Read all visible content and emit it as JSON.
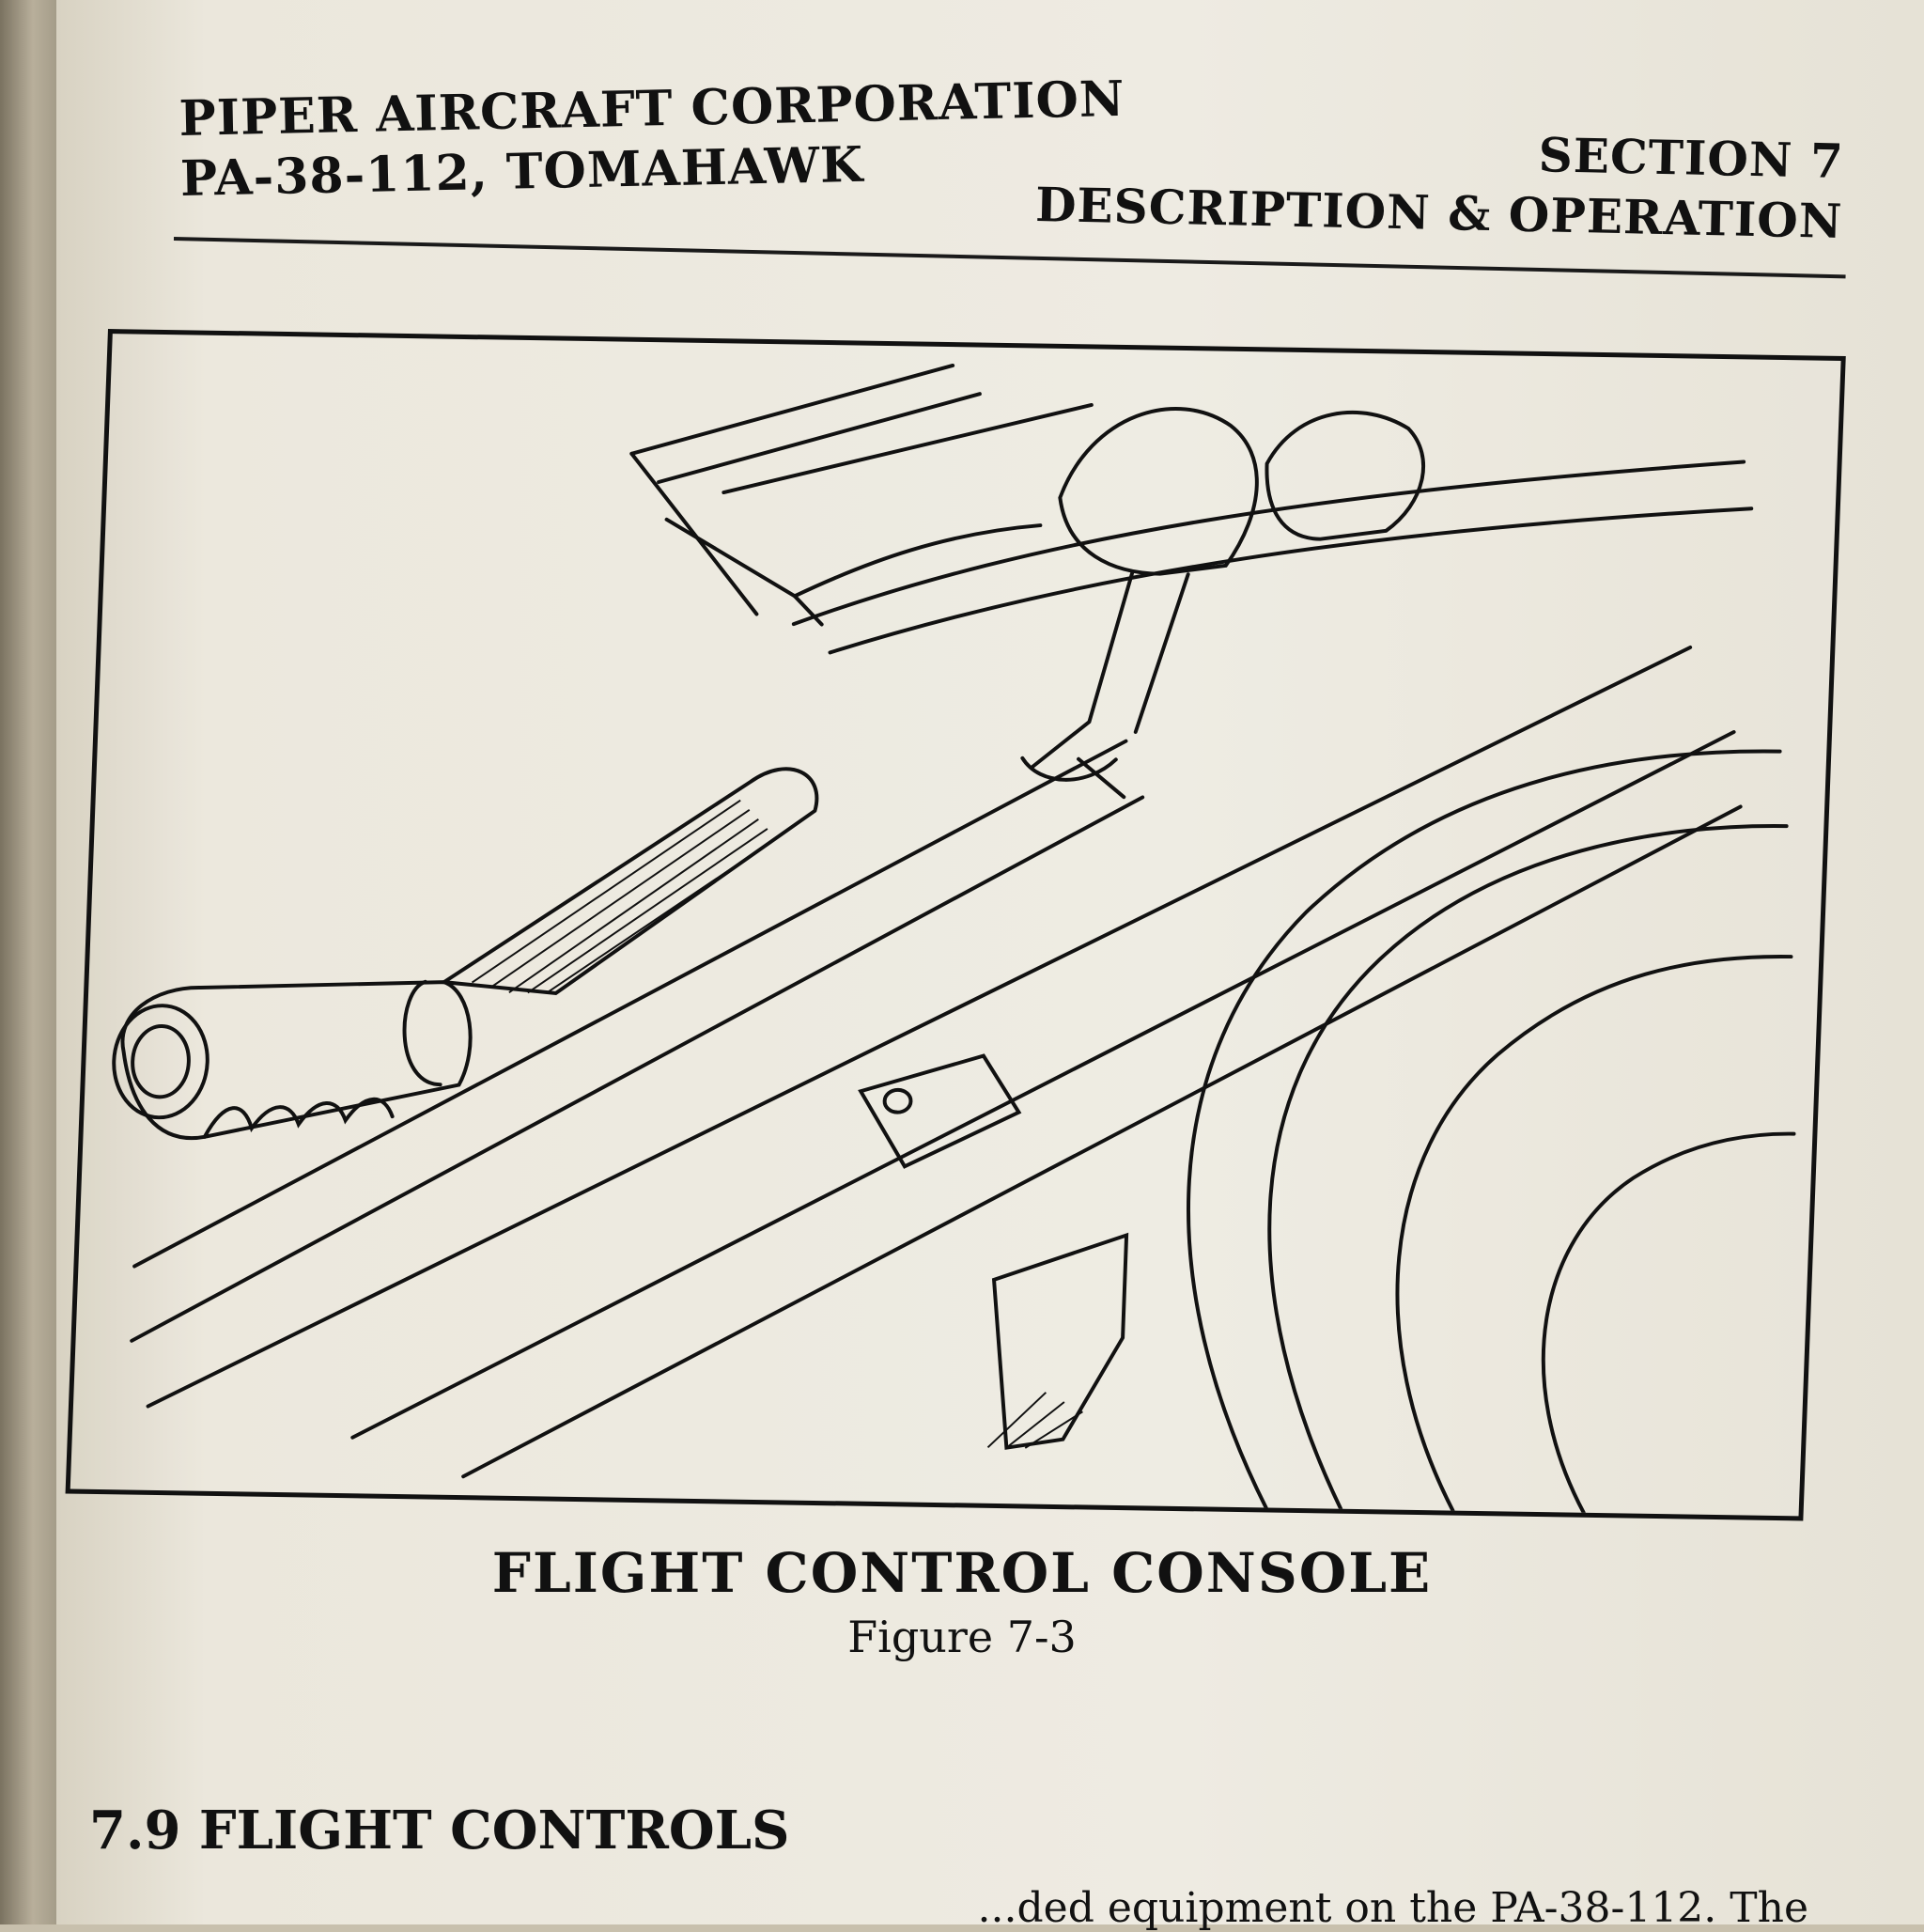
{
  "header": {
    "left_line1": "PIPER AIRCRAFT CORPORATION",
    "left_line2": "PA-38-112, TOMAHAWK",
    "right_line1": "SECTION 7",
    "right_line2": "DESCRIPTION & OPERATION"
  },
  "figure": {
    "title": "FLIGHT CONTROL CONSOLE",
    "label": "Figure 7-3"
  },
  "section": {
    "heading": "7.9  FLIGHT CONTROLS",
    "partial_line": "...ded equipment on the PA-38-112. The"
  }
}
